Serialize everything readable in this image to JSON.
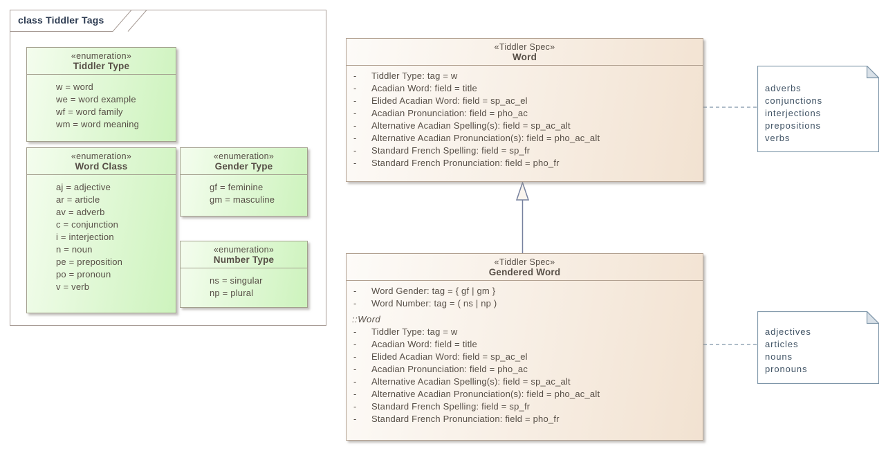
{
  "ui": {
    "bullet": "-"
  },
  "frame": {
    "title": "class Tiddler Tags"
  },
  "enumerations": [
    {
      "stereotype": "«enumeration»",
      "name": "Tiddler Type",
      "items": [
        "w = word",
        "we = word example",
        "wf = word family",
        "wm = word meaning"
      ]
    },
    {
      "stereotype": "«enumeration»",
      "name": "Word Class",
      "items": [
        "aj = adjective",
        "ar = article",
        "av = adverb",
        "c = conjunction",
        "i = interjection",
        "n = noun",
        "pe = preposition",
        "po = pronoun",
        "v = verb"
      ]
    },
    {
      "stereotype": "«enumeration»",
      "name": "Gender Type",
      "items": [
        "gf = feminine",
        "gm = masculine"
      ]
    },
    {
      "stereotype": "«enumeration»",
      "name": "Number Type",
      "items": [
        "ns = singular",
        "np = plural"
      ]
    }
  ],
  "classes": [
    {
      "stereotype": "«Tiddler Spec»",
      "name": "Word",
      "attributes": [
        "Tiddler Type: tag = w",
        "Acadian Word: field = title",
        "Elided Acadian Word: field = sp_ac_el",
        "Acadian Pronunciation: field = pho_ac",
        "Alternative Acadian Spelling(s): field = sp_ac_alt",
        "Alternative Acadian Pronunciation(s): field = pho_ac_alt",
        "Standard French Spelling: field = sp_fr",
        "Standard French Pronunciation: field = pho_fr"
      ]
    },
    {
      "stereotype": "«Tiddler Spec»",
      "name": "Gendered Word",
      "attributes": [
        "Word Gender: tag = { gf | gm }",
        "Word Number: tag = ( ns | np )"
      ],
      "inherited_label": "::Word",
      "inherited_attributes": [
        "Tiddler Type: tag = w",
        "Acadian Word: field = title",
        "Elided Acadian Word: field = sp_ac_el",
        "Acadian Pronunciation: field = pho_ac",
        "Alternative Acadian Spelling(s): field = sp_ac_alt",
        "Alternative Acadian Pronunciation(s): field = pho_ac_alt",
        "Standard French Spelling: field = sp_fr",
        "Standard French Pronunciation: field = pho_fr"
      ]
    }
  ],
  "notes": [
    {
      "lines": [
        "adverbs",
        "conjunctions",
        "interjections",
        "prepositions",
        "verbs"
      ]
    },
    {
      "lines": [
        "adjectives",
        "articles",
        "nouns",
        "pronouns"
      ]
    }
  ],
  "colors": {
    "enum_fill_light": "#f4fdee",
    "enum_fill_dark": "#cdf3bd",
    "enum_border": "#a3a08e",
    "class_fill_light": "#fdfbf8",
    "class_fill_dark": "#f2e2d1",
    "class_border": "#b2a191",
    "note_border": "#7d95a8",
    "note_fold": "#d9e1e8",
    "note_text": "#3f5264",
    "connector_dashed": "#7d95a8",
    "generalization": "#76819e",
    "frame_border": "#a79b95",
    "frame_title_text": "#2e3c52",
    "body_text": "#574f47"
  }
}
